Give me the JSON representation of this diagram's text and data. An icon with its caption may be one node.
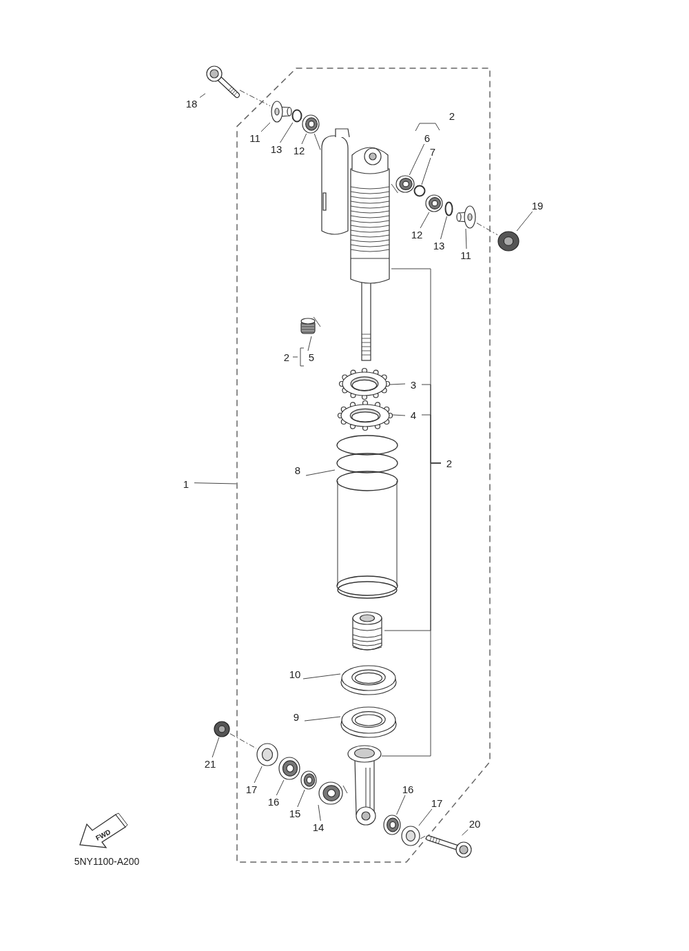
{
  "diagram": {
    "nodes": [
      {
        "text": [],
        "shape": "box"
      },
      {
        "text": [
          "18"
        ]
      },
      {
        "text": [],
        "shape": "picture"
      },
      {
        "text": [
          "11"
        ],
        "in": 0
      },
      {
        "text": [],
        "shape": "picture",
        "in": 0
      },
      {
        "text": [
          "13"
        ],
        "in": 0
      },
      {
        "text": [],
        "shape": "circle",
        "in": 0
      },
      {
        "text": [
          "12"
        ],
        "in": 0
      },
      {
        "text": [],
        "shape": "picture",
        "in": 0
      },
      {
        "text": [],
        "shape": "picture",
        "in": 0
      },
      {
        "text": [
          "6"
        ],
        "in": 0
      },
      {
        "text": [],
        "shape": "picture",
        "in": 0
      },
      {
        "text": [
          "7"
        ],
        "in": 0
      },
      {
        "text": [],
        "shape": "circle",
        "in": 0
      },
      {
        "text": [
          "12"
        ],
        "in": 0
      },
      {
        "text": [],
        "shape": "picture",
        "in": 0
      },
      {
        "text": [
          "13"
        ],
        "in": 0
      },
      {
        "text": [],
        "shape": "circle",
        "in": 0
      },
      {
        "text": [
          "11"
        ],
        "in": 0
      },
      {
        "text": [],
        "shape": "picture",
        "in": 0
      },
      {
        "text": [
          "19"
        ]
      },
      {
        "text": [],
        "shape": "picture"
      },
      {
        "text": [
          "5"
        ],
        "in": 0
      },
      {
        "text": [],
        "shape": "picture",
        "in": 0
      },
      {
        "text": [
          "3"
        ],
        "in": 0
      },
      {
        "text": [],
        "shape": "picture",
        "in": 0
      },
      {
        "text": [
          "4"
        ],
        "in": 0
      },
      {
        "text": [],
        "shape": "picture",
        "in": 0
      },
      {
        "text": [
          "8"
        ],
        "in": 0
      },
      {
        "text": [],
        "shape": "picture",
        "in": 0
      },
      {
        "text": [
          "2"
        ],
        "in": 0
      },
      {
        "text": [],
        "shape": "picture",
        "in": 0
      },
      {
        "text": [
          "10"
        ],
        "in": 0
      },
      {
        "text": [],
        "shape": "picture",
        "in": 0
      },
      {
        "text": [
          "9"
        ],
        "in": 0
      },
      {
        "text": [],
        "shape": "picture",
        "in": 0
      },
      {
        "text": [],
        "shape": "picture",
        "in": 0
      },
      {
        "text": [
          "21"
        ]
      },
      {
        "text": [],
        "shape": "picture"
      },
      {
        "text": [
          "17"
        ],
        "in": 0
      },
      {
        "text": [],
        "shape": "picture",
        "in": 0
      },
      {
        "text": [
          "16"
        ],
        "in": 0
      },
      {
        "text": [],
        "shape": "picture",
        "in": 0
      },
      {
        "text": [
          "15"
        ],
        "in": 0
      },
      {
        "text": [],
        "shape": "picture",
        "in": 0
      },
      {
        "text": [
          "14"
        ],
        "in": 0
      },
      {
        "text": [],
        "shape": "picture",
        "in": 0
      },
      {
        "text": [
          "16"
        ],
        "in": 0
      },
      {
        "text": [],
        "shape": "picture",
        "in": 0
      },
      {
        "text": [
          "17"
        ],
        "in": 0
      },
      {
        "text": [],
        "shape": "picture",
        "in": 0
      },
      {
        "text": [
          "20"
        ]
      },
      {
        "text": [],
        "shape": "picture"
      },
      {
        "text": [
          "1"
        ]
      }
    ],
    "edges": [
      {
        "from": 1,
        "to": 2,
        "arrow": "none"
      },
      {
        "from": 3,
        "to": 4,
        "arrow": "none"
      },
      {
        "from": 5,
        "to": 6,
        "arrow": "none"
      },
      {
        "from": 7,
        "to": 8,
        "arrow": "none"
      },
      {
        "from": 10,
        "to": 11,
        "arrow": "none"
      },
      {
        "from": 12,
        "to": 13,
        "arrow": "none"
      },
      {
        "from": 14,
        "to": 15,
        "arrow": "none"
      },
      {
        "from": 16,
        "to": 17,
        "arrow": "none"
      },
      {
        "from": 18,
        "to": 19,
        "arrow": "none"
      },
      {
        "from": 20,
        "to": 21,
        "arrow": "none"
      },
      {
        "from": 22,
        "to": 23,
        "arrow": "none"
      },
      {
        "from": 24,
        "to": 25,
        "arrow": "none"
      },
      {
        "from": 26,
        "to": 27,
        "arrow": "none"
      },
      {
        "from": 28,
        "to": 29,
        "arrow": "none"
      },
      {
        "from": 32,
        "to": 33,
        "arrow": "none"
      },
      {
        "from": 34,
        "to": 35,
        "arrow": "none"
      },
      {
        "from": 37,
        "to": 38,
        "arrow": "none"
      },
      {
        "from": 39,
        "to": 40,
        "arrow": "none"
      },
      {
        "from": 41,
        "to": 42,
        "arrow": "none"
      },
      {
        "from": 43,
        "to": 44,
        "arrow": "none"
      },
      {
        "from": 45,
        "to": 46,
        "arrow": "none"
      },
      {
        "from": 47,
        "to": 48,
        "arrow": "none"
      },
      {
        "from": 49,
        "to": 50,
        "arrow": "none"
      },
      {
        "from": 51,
        "to": 52,
        "arrow": "none"
      },
      {
        "from": 53,
        "to": 0,
        "arrow": "none"
      },
      {
        "from": 30,
        "to": 9,
        "arrow": "none"
      },
      {
        "from": 30,
        "to": 24,
        "arrow": "none"
      },
      {
        "from": 30,
        "to": 26,
        "arrow": "none"
      },
      {
        "from": 30,
        "to": 31,
        "arrow": "none"
      },
      {
        "from": 30,
        "to": 36,
        "arrow": "none"
      },
      {
        "from": 9,
        "to": 23,
        "arrow": "none"
      },
      {
        "from": 2,
        "to": 4,
        "arrow": "none",
        "style": "dashed"
      },
      {
        "from": 19,
        "to": 21,
        "arrow": "none",
        "style": "dashed"
      },
      {
        "from": 38,
        "to": 40,
        "arrow": "none",
        "style": "dashed"
      },
      {
        "from": 50,
        "to": 52,
        "arrow": "none",
        "style": "dashed"
      },
      {
        "from": 8,
        "to": 9,
        "arrow": "none"
      },
      {
        "from": 9,
        "to": 11,
        "arrow": "none"
      },
      {
        "from": 46,
        "to": 36,
        "arrow": "none"
      }
    ],
    "labels": [
      "2",
      "2",
      "FWD",
      "5NY1100-A200"
    ]
  }
}
